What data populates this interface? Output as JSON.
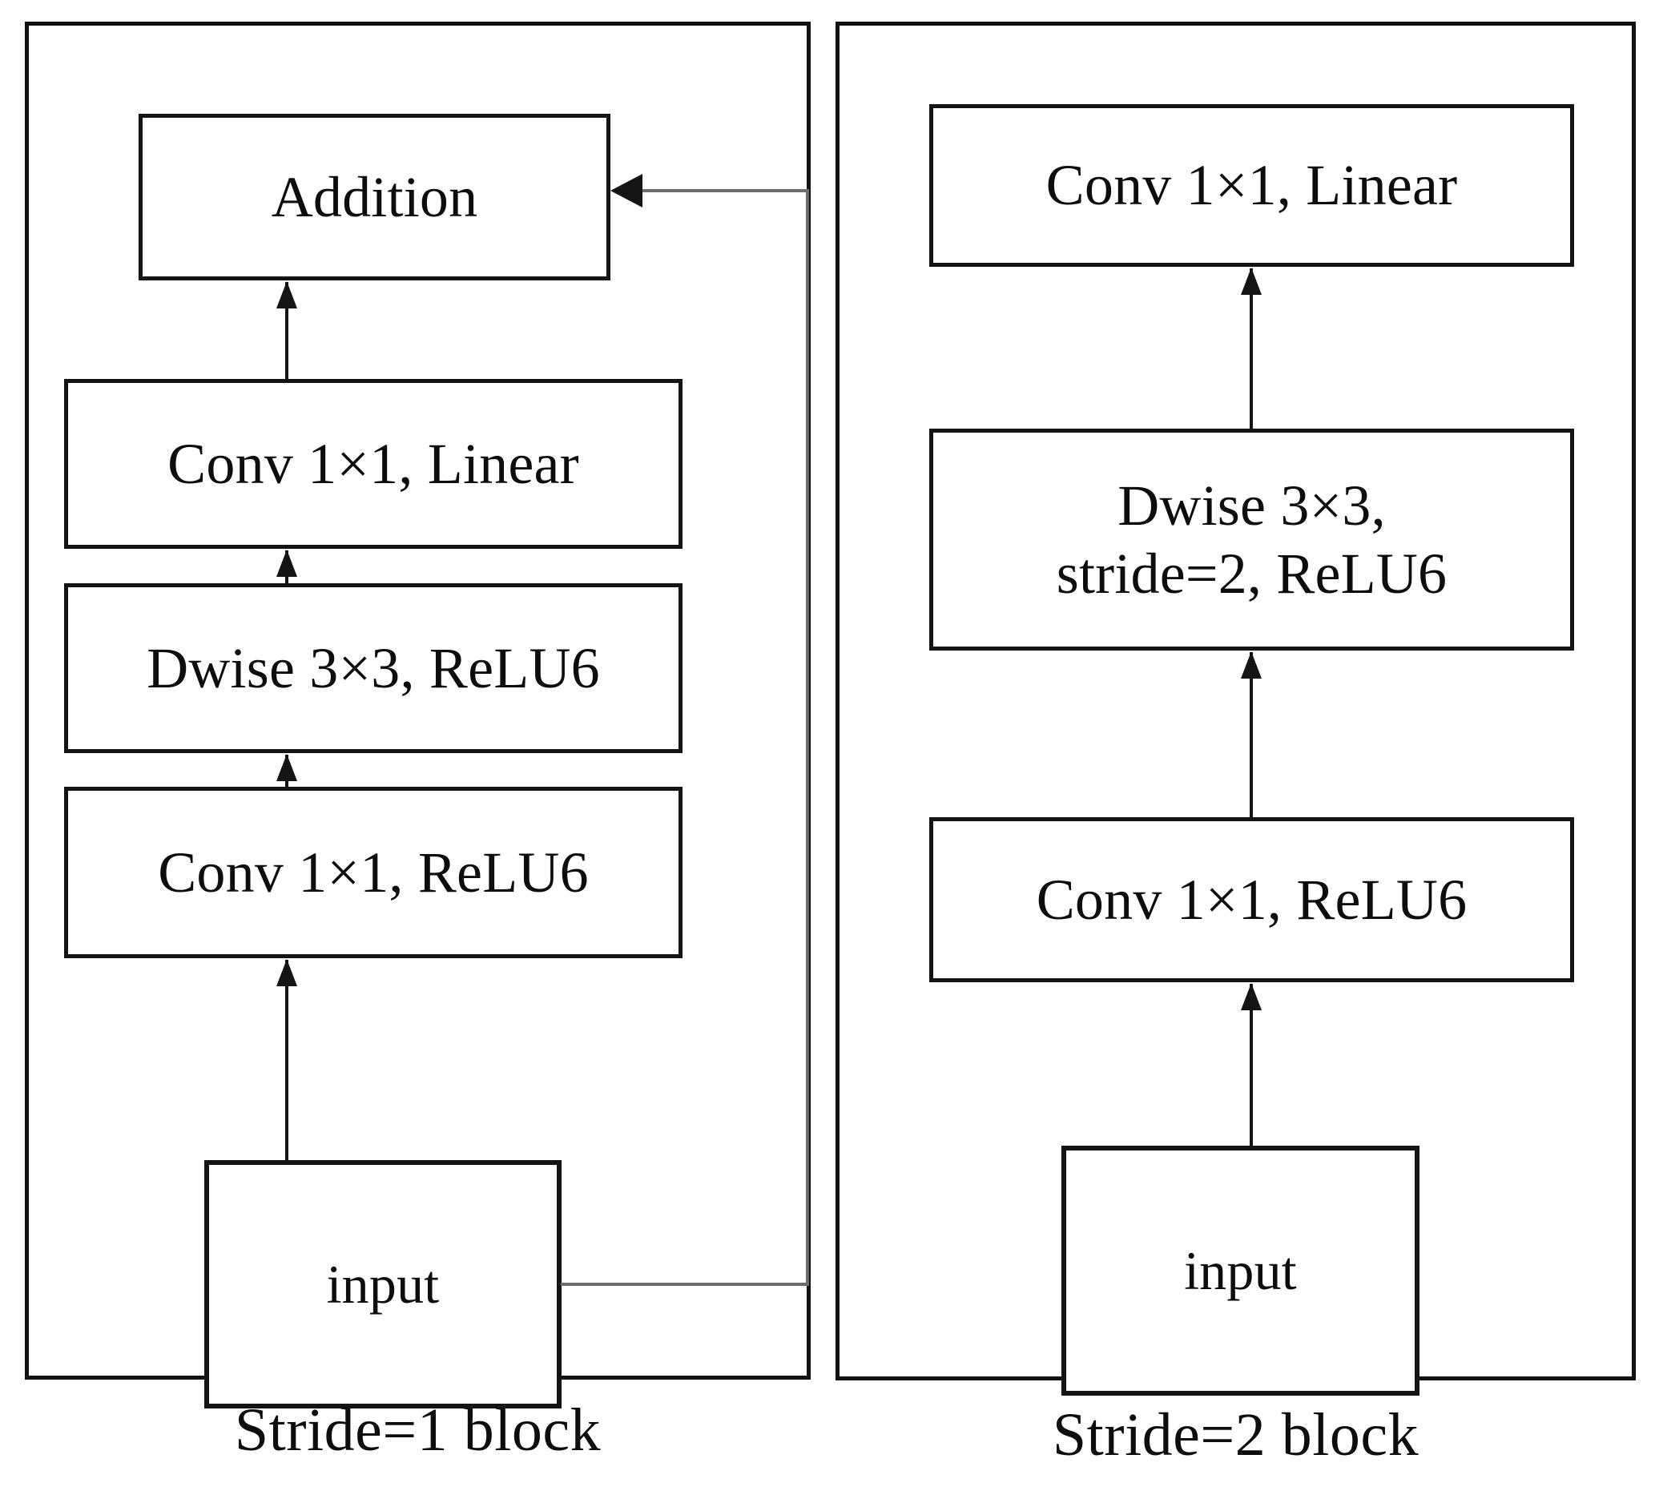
{
  "figure": {
    "type": "neural-network-block-diagram",
    "panels": [
      {
        "id": "stride1",
        "caption": "Stride=1 block",
        "nodes": [
          {
            "id": "addition",
            "label": "Addition"
          },
          {
            "id": "conv-linear",
            "label": "Conv 1×1, Linear"
          },
          {
            "id": "dwise",
            "label": "Dwise 3×3, ReLU6"
          },
          {
            "id": "conv-relu",
            "label": "Conv 1×1, ReLU6"
          },
          {
            "id": "input",
            "label": "input"
          }
        ],
        "edges": [
          {
            "from": "input",
            "to": "conv-relu",
            "style": "arrow-up"
          },
          {
            "from": "conv-relu",
            "to": "dwise",
            "style": "arrow-up"
          },
          {
            "from": "dwise",
            "to": "conv-linear",
            "style": "arrow-up"
          },
          {
            "from": "conv-linear",
            "to": "addition",
            "style": "arrow-up"
          },
          {
            "from": "input",
            "to": "addition",
            "style": "skip-connection"
          }
        ]
      },
      {
        "id": "stride2",
        "caption": "Stride=2 block",
        "nodes": [
          {
            "id": "conv-linear",
            "label": "Conv 1×1, Linear"
          },
          {
            "id": "dwise",
            "label": "Dwise 3×3,\nstride=2, ReLU6"
          },
          {
            "id": "conv-relu",
            "label": "Conv 1×1, ReLU6"
          },
          {
            "id": "input",
            "label": "input"
          }
        ],
        "edges": [
          {
            "from": "input",
            "to": "conv-relu",
            "style": "arrow-up"
          },
          {
            "from": "conv-relu",
            "to": "dwise",
            "style": "arrow-up"
          },
          {
            "from": "dwise",
            "to": "conv-linear",
            "style": "arrow-up"
          }
        ]
      }
    ],
    "colors": {
      "background": "#ffffff",
      "stroke": "#141414",
      "skip_stroke": "#6d6d6d",
      "text": "#0d0d0d"
    }
  }
}
